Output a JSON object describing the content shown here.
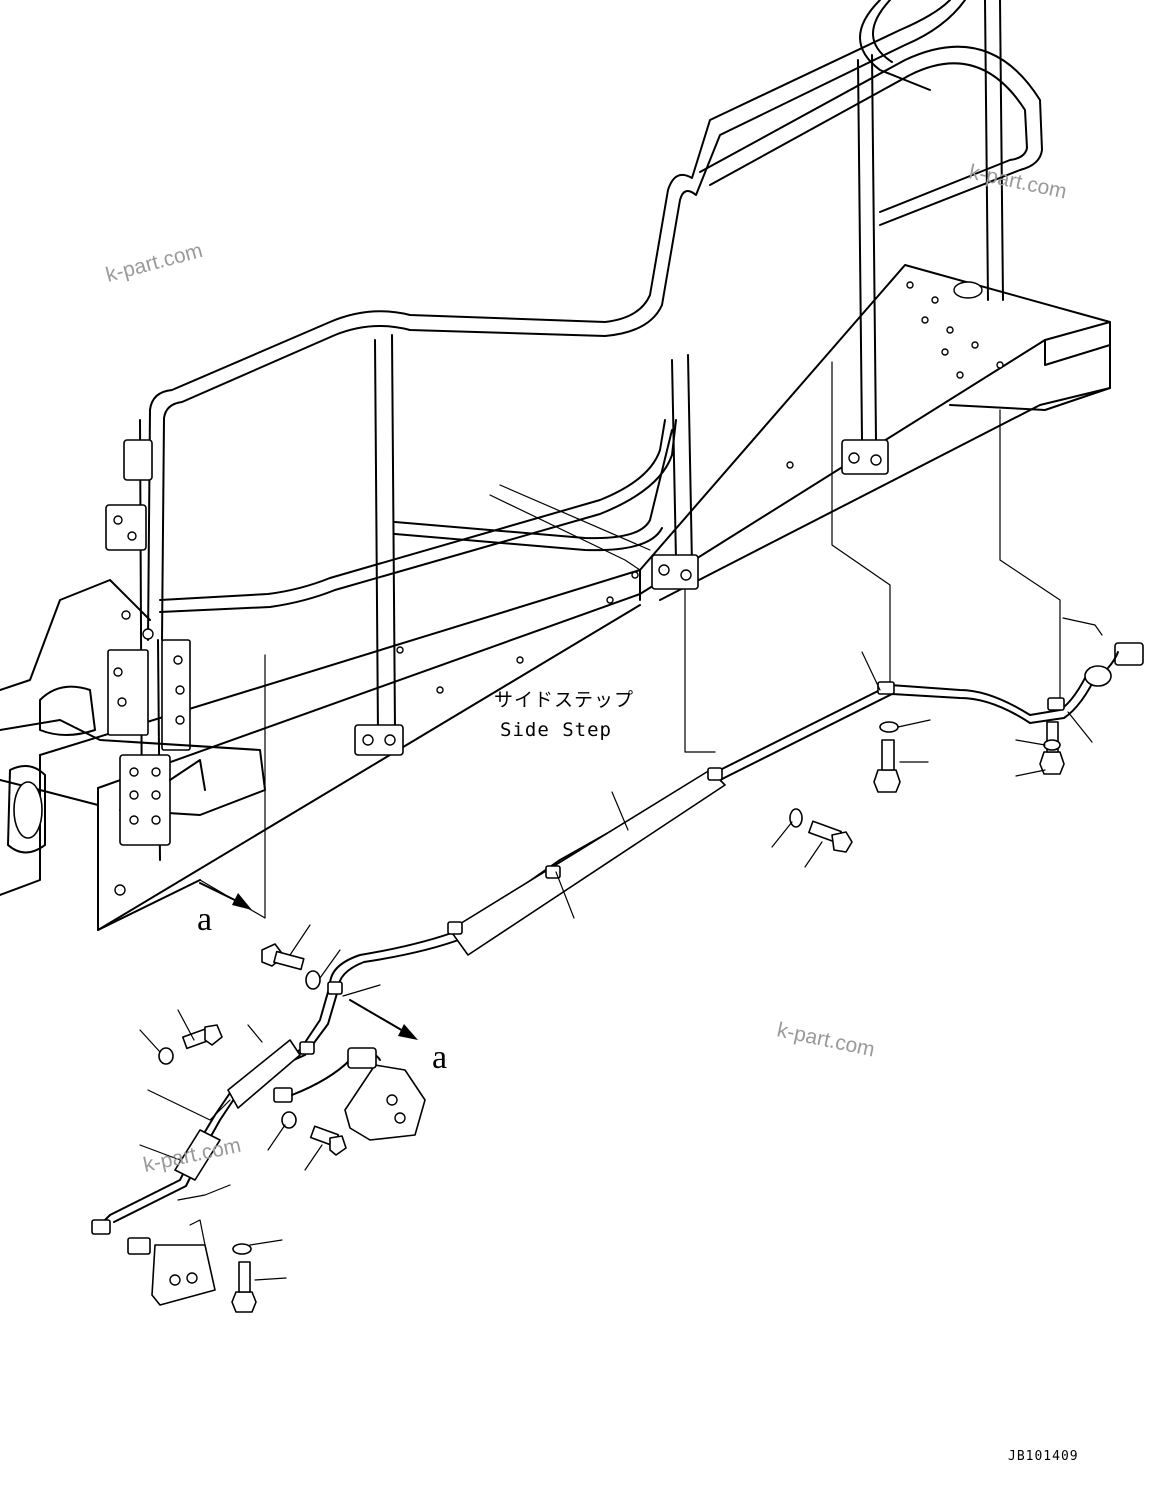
{
  "labels": {
    "side_step_jp": "サイドステップ",
    "side_step_en": "Side Step",
    "view_ref_left": "a",
    "view_ref_right": "a",
    "drawing_code": "JB101409"
  },
  "watermarks": [
    "k-part.com",
    "k-part.com",
    "k-part.com",
    "k-part.com"
  ],
  "colors": {
    "line": "#000000",
    "background": "#ffffff",
    "watermark": "#9a9a9a"
  }
}
